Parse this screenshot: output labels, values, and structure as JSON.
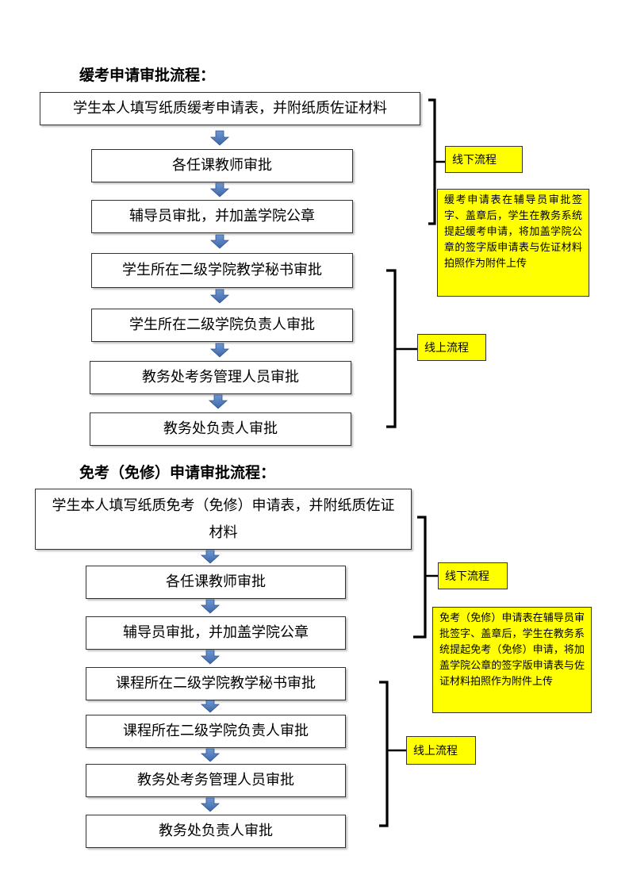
{
  "sections": [
    {
      "title": "缓考申请审批流程：",
      "steps": [
        "学生本人填写纸质缓考申请表，并附纸质佐证材料",
        "各任课教师审批",
        "辅导员审批，并加盖学院公章",
        "学生所在二级学院教学秘书审批",
        "学生所在二级学院负责人审批",
        "教务处考务管理人员审批",
        "教务处负责人审批"
      ],
      "offline_label": "线下流程",
      "offline_note": "缓考申请表在辅导员审批签字、盖章后，学生在教务系统提起缓考申请，将加盖学院公章的签字版申请表与佐证材料拍照作为附件上传",
      "online_label": "线上流程"
    },
    {
      "title": "免考（免修）申请审批流程：",
      "steps": [
        "学生本人填写纸质免考（免修）申请表，并附纸质佐证材料",
        "各任课教师审批",
        "辅导员审批，并加盖学院公章",
        "课程所在二级学院教学秘书审批",
        "课程所在二级学院负责人审批",
        "教务处考务管理人员审批",
        "教务处负责人审批"
      ],
      "offline_label": "线下流程",
      "offline_note": "免考（免修）申请表在辅导员审批签字、盖章后，学生在教务系统提起免考（免修）申请，将加盖学院公章的签字版申请表与佐证材料拍照作为附件上传",
      "online_label": "线上流程"
    }
  ],
  "colors": {
    "arrow": "#4a78b8",
    "highlight": "#ffff00"
  }
}
